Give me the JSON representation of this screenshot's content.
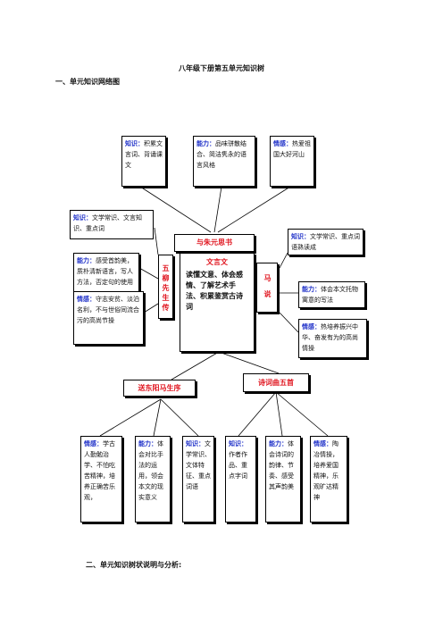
{
  "title": "八年级下册第五单元知识树",
  "section1": "一、单元知识网络图",
  "section2": "二、单元知识树状说明与分析:",
  "center": {
    "label": "文言文",
    "text": "读懂文意、体会感情、了解艺术手法、积累鉴赏古诗词"
  },
  "branches": {
    "yu": "与朱元思书",
    "wuliu": "五柳先生传",
    "ma": "马说",
    "song": "送东阳马生序",
    "shici": "诗词曲五首"
  },
  "top_boxes": [
    {
      "label": "知识",
      "text": "积累文言词、背诵课文"
    },
    {
      "label": "能力",
      "text": "品味骈散结合、简洁隽永的语言风格"
    },
    {
      "label": "情感",
      "text": "热爱祖国大好河山"
    }
  ],
  "left_boxes": [
    {
      "label": "知识",
      "text": "文学常识、文言知识、重点词"
    },
    {
      "label": "能力",
      "text": "感受首韵美，质朴清新语言，写人方法，否定句的使用"
    },
    {
      "label": "情感",
      "text": "守志安贫、淡泊名利，不与世俗同流合污的高尚节操"
    }
  ],
  "right_boxes": [
    {
      "label": "知识",
      "text": "文学常识、重点词语熟读成"
    },
    {
      "label": "能力",
      "text": "体会本文托物寓意的写法"
    },
    {
      "label": "情感",
      "text": "热培养振兴中华、奋发有为的高尚情操"
    }
  ],
  "bottom_boxes": [
    {
      "label": "情感",
      "text": "学古人勤勉治学、不怕吃苦精神，培养正确苦乐观，"
    },
    {
      "label": "能力",
      "text": "体会对比手法的运用，领会本文的现实意义"
    },
    {
      "label": "知识",
      "text": "文学常识、文体特征、重点词语"
    },
    {
      "label": "知识",
      "text": "作者作品、重点字词"
    },
    {
      "label": "能力",
      "text": "体会诗词的韵律、节奏、感受其声韵美"
    },
    {
      "label": "情感",
      "text": "陶冶情操，培养爱国精神，乐观旷达精神"
    }
  ],
  "colors": {
    "accent_blue": "#1d2fc8",
    "accent_red": "#e0141e"
  }
}
